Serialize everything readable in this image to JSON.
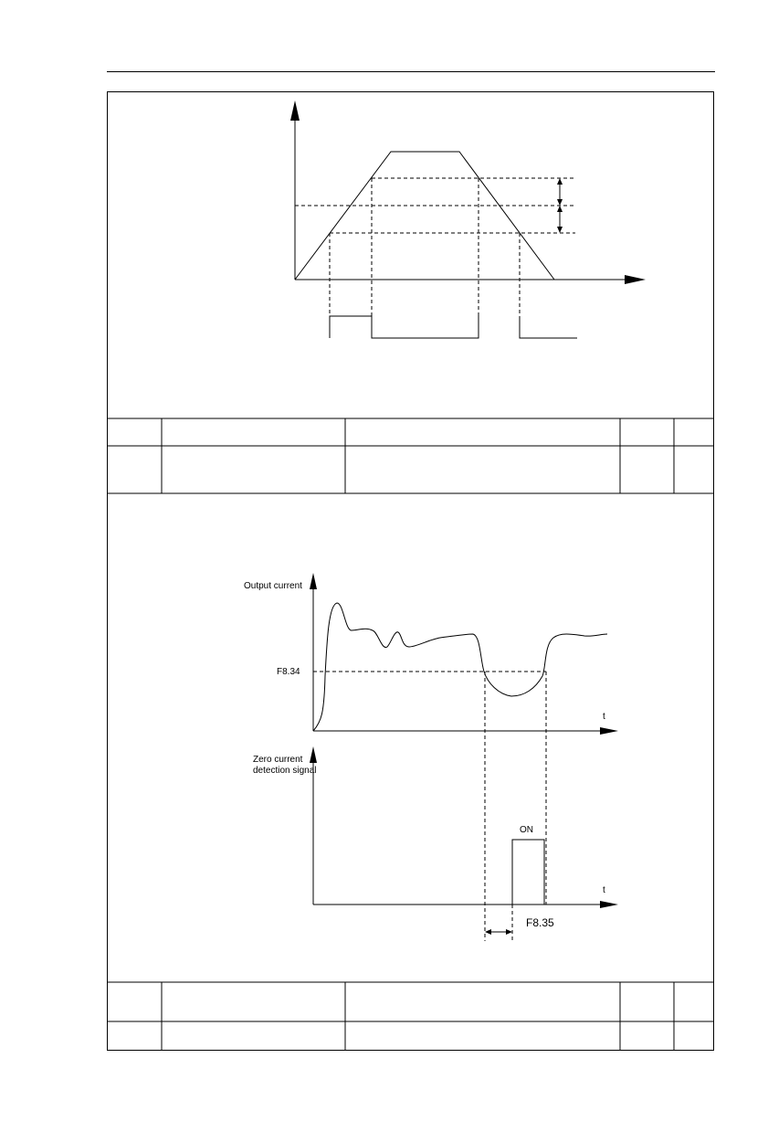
{
  "figure_zero_current": {
    "y_label_top": "Output current",
    "threshold_label": "F8.34",
    "x_label_top": "t",
    "y_label_bottom_line1": "Zero current",
    "y_label_bottom_line2": "detection signal",
    "on_label": "ON",
    "x_label_bottom": "t",
    "delay_label": "F8.35"
  }
}
